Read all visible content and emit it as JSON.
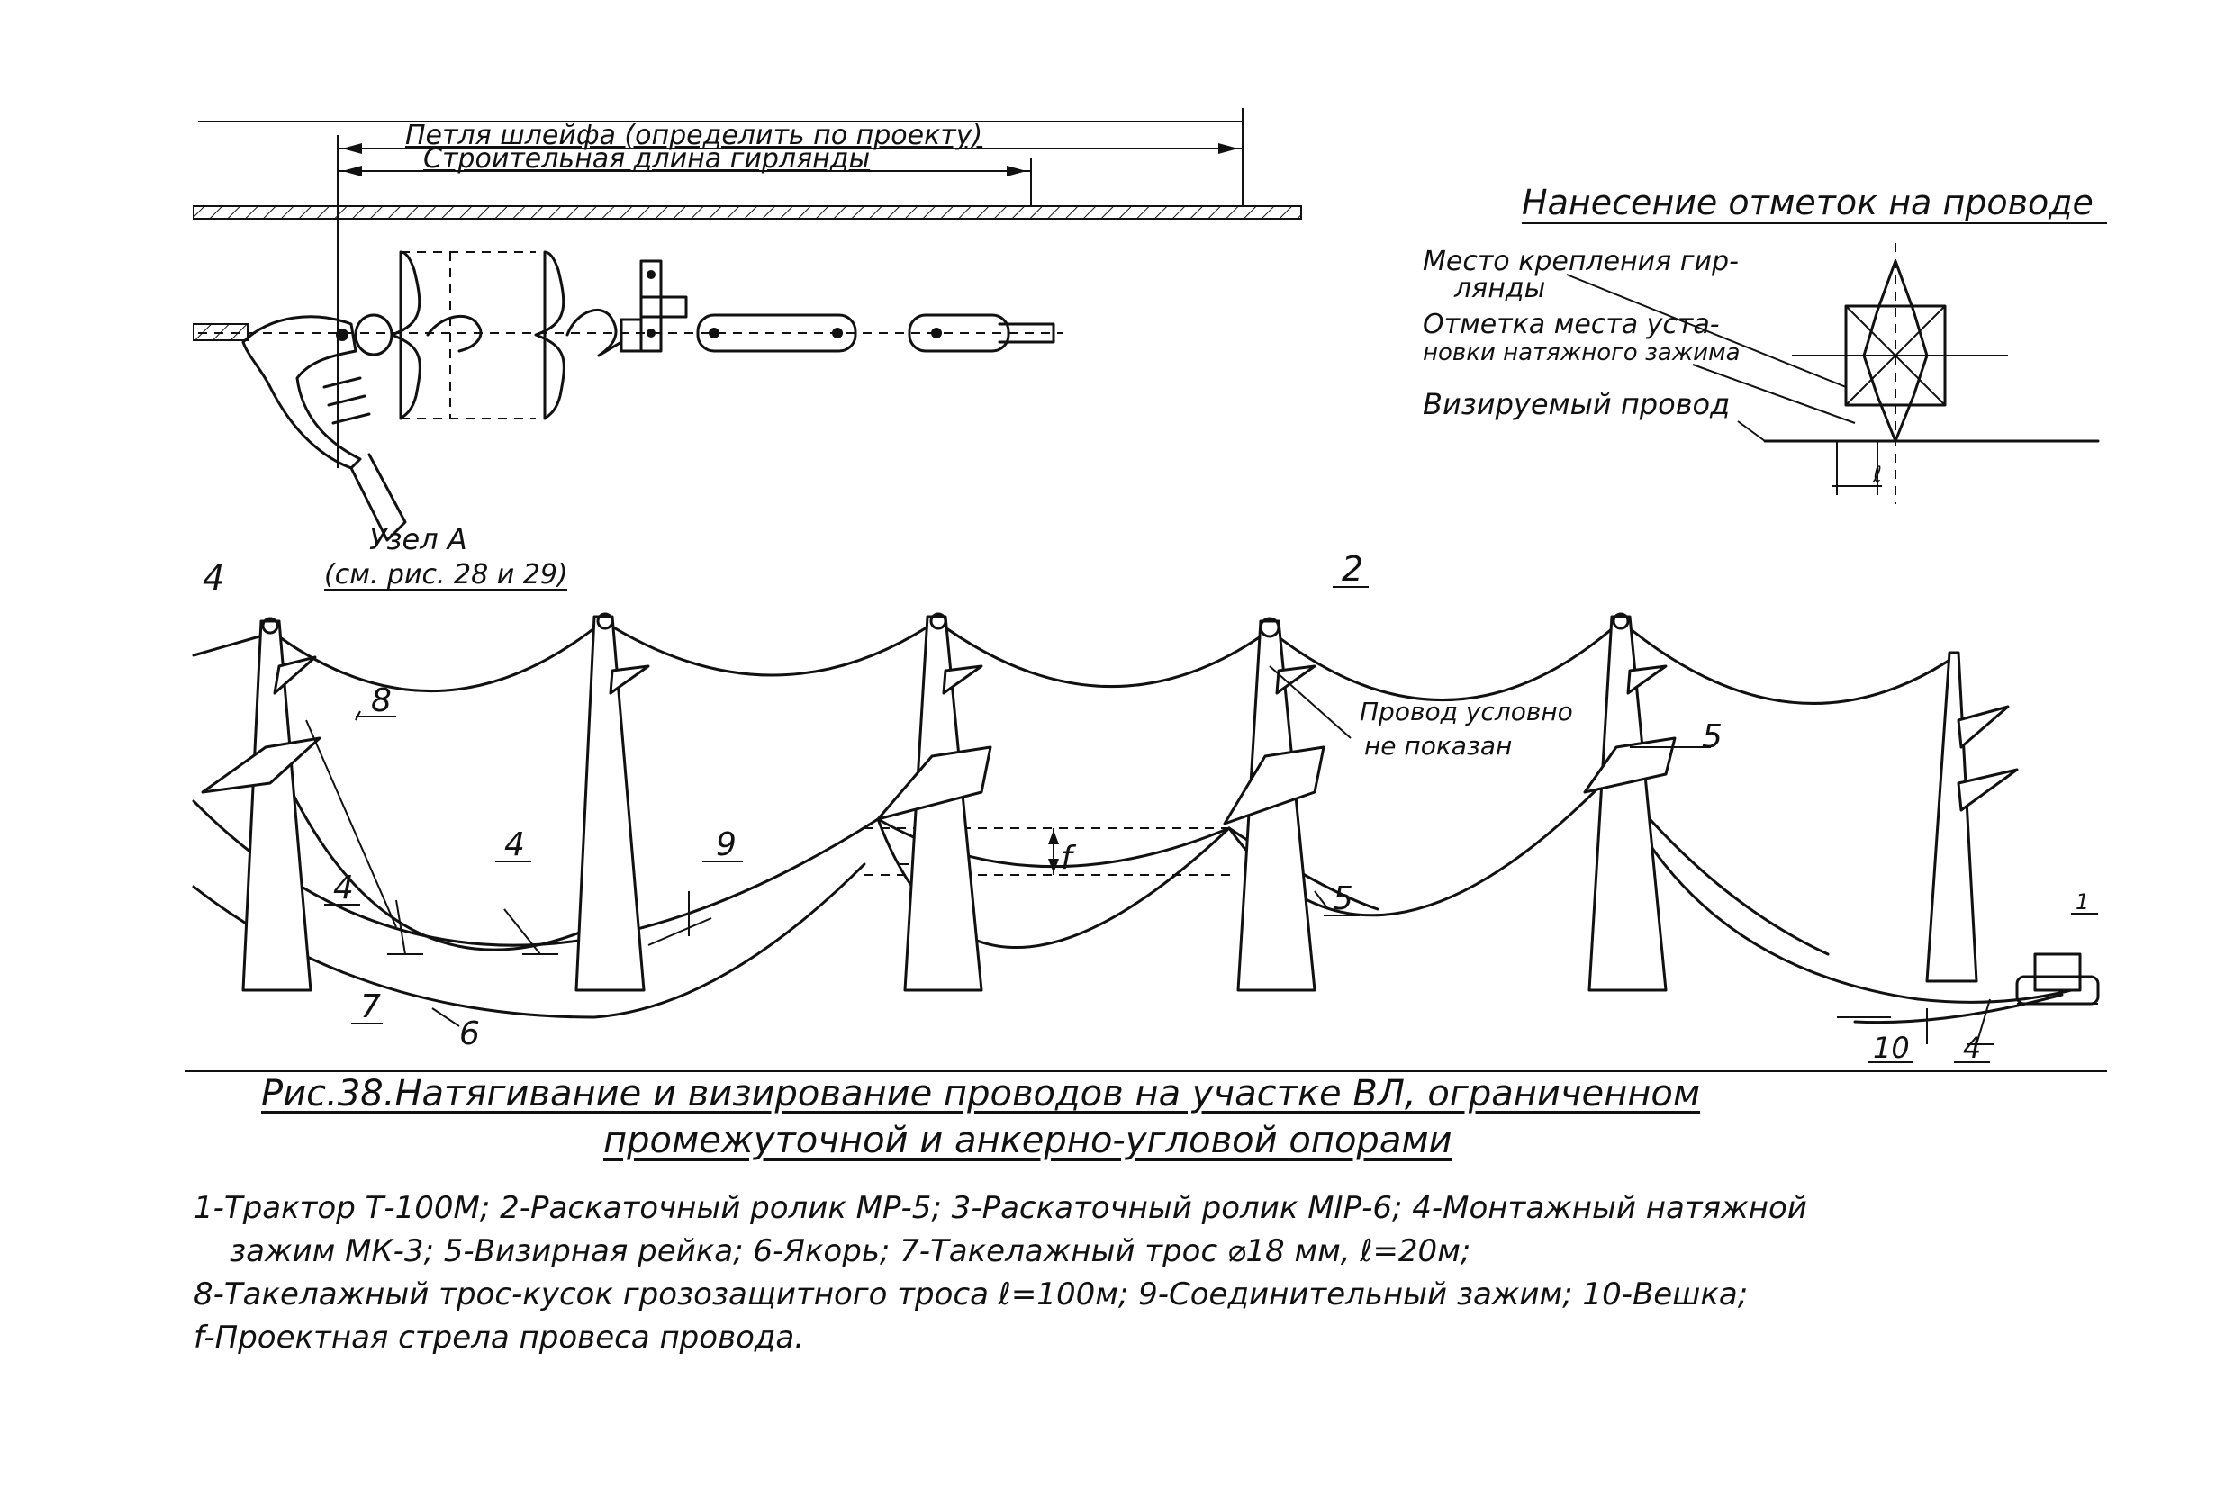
{
  "top_assembly": {
    "dim_loop": "Петля шлейфа (определить по проекту)",
    "dim_length": "Строительная длина гирлянды",
    "node_label_1": "Узел А",
    "node_label_2": "(см. рис. 28 и 29)"
  },
  "marking_inset": {
    "title": "Нанесение отметок на проводе",
    "label_mount_1": "Место крепления гир-",
    "label_mount_2": "лянды",
    "label_mark_1": "Отметка места уста-",
    "label_mark_2": "новки натяжного зажима",
    "label_wire": "Визируемый провод",
    "label_l": "ℓ"
  },
  "diagram": {
    "wire_note_1": "Провод условно",
    "wire_note_2": "не показан",
    "sag_label": "f",
    "callouts": {
      "c4_left": "4",
      "c2": "2",
      "c8": "8",
      "c4_mid": "4",
      "c4_low": "4",
      "c9": "9",
      "c5_mid": "5",
      "c5_right": "5",
      "c7": "7",
      "c6": "6",
      "c10": "10",
      "c4_right": "4",
      "c1": "1"
    }
  },
  "caption": {
    "title_line1": "Рис.38.Натягивание и визирование проводов на участке ВЛ, ограниченном",
    "title_line2": "промежуточной и анкерно-угловой опорами",
    "legend_line1": "1-Трактор Т-100М; 2-Раскаточный ролик МР-5; 3-Раскаточный ролик МIР-6; 4-Монтажный натяжной",
    "legend_line2": "зажим МК-3;        5-Визирная рейка; 6-Якорь; 7-Такелажный трос  ⌀18 мм, ℓ=20м;",
    "legend_line3": "8-Такелажный трос-кусок грозозащитного троса ℓ=100м; 9-Соединительный зажим; 10-Вешка;",
    "legend_line4": "f-Проектная стрела провеса провода."
  }
}
